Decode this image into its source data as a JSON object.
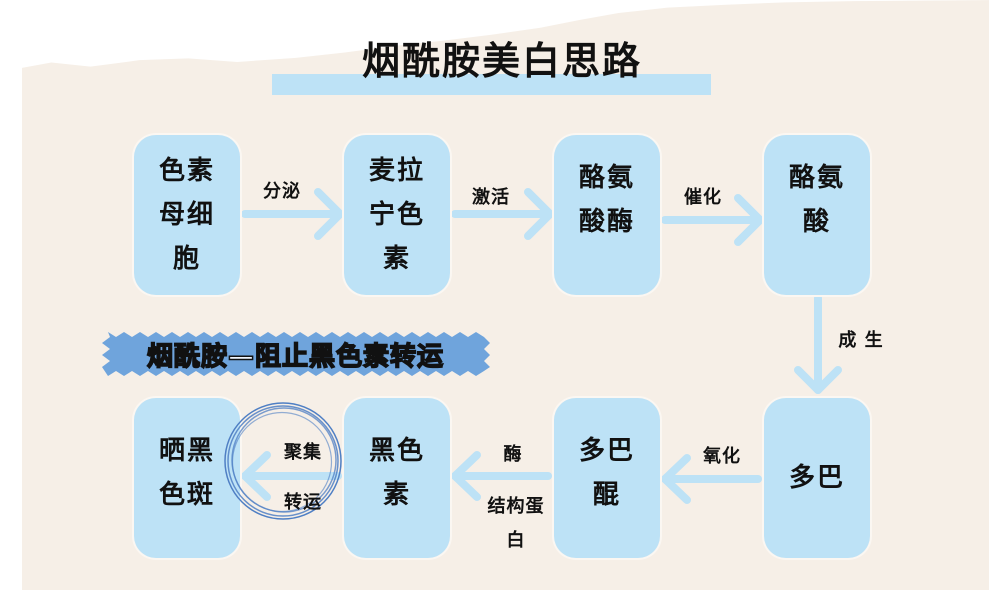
{
  "title": "烟酰胺美白思路",
  "colors": {
    "node_fill": "#bde2f6",
    "arrow": "#bde2f6",
    "banner_fill": "#6fa4dc",
    "circle_stroke": "#4f7fc4",
    "paper": "#f6efe7"
  },
  "nodes": {
    "melanocyte": "色素母细胞",
    "melanin_precursor": "麦拉宁色素",
    "tyrosinase": "酪氨酸酶",
    "tyrosine": "酪氨酸",
    "dopa": "多巴",
    "dopaquinone": "多巴醌",
    "melanin": "黑色素",
    "sunspot": "晒黑色斑"
  },
  "edges": {
    "secrete": "分泌",
    "activate": "激活",
    "catalyze": "催化",
    "generate": "成 生",
    "oxidize": "氧化",
    "enzyme": "酶",
    "structural_protein": "结构蛋白",
    "aggregate": "聚集",
    "transport": "转运"
  },
  "banner": {
    "text": "烟酰胺—阻止黑色素转运"
  }
}
